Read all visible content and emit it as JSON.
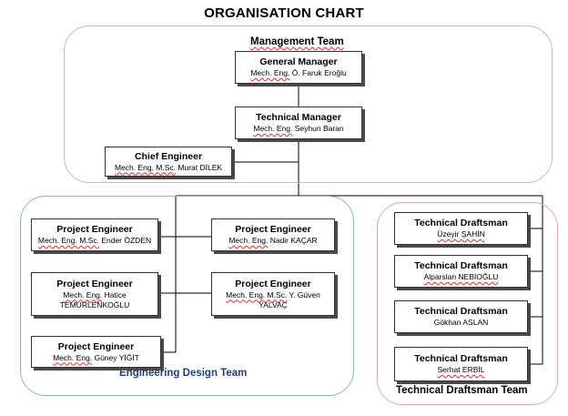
{
  "title": "ORGANISATION CHART",
  "groups": {
    "management": "Management Team",
    "engineering": "Engineering Design Team",
    "drafting": "Technical Draftsman Team"
  },
  "positions": {
    "general_manager": {
      "role": "General Manager",
      "prefix": "Mech. Eng.",
      "name": "Ö. Faruk Eroğlu"
    },
    "technical_manager": {
      "role": "Technical Manager",
      "prefix": "Mech. Eng.",
      "name": "Seyhun Baran"
    },
    "chief_engineer": {
      "role": "Chief Engineer",
      "prefix": "Mech. Eng. M.Sc.",
      "name": "Murat DİLEK"
    },
    "pe1": {
      "role": "Project Engineer",
      "prefix": "Mech. Eng. M.Sc.",
      "name": "Ender ÖZDEN"
    },
    "pe2": {
      "role": "Project Engineer",
      "prefix": "Mech. Eng.",
      "name": "Nadir KAÇAR"
    },
    "pe3": {
      "role": "Project Engineer",
      "prefix": "Mech. Eng.",
      "name": "Hatice",
      "name2": "TEMURLENKOĞLU"
    },
    "pe4": {
      "role": "Project Engineer",
      "prefix": "Mech. Eng. M.Sc.",
      "name": "Y. Güven",
      "name2": "YALVAÇ"
    },
    "pe5": {
      "role": "Project Engineer",
      "prefix": "Mech. Eng.",
      "name": "Güney YİĞİT"
    },
    "td1": {
      "role": "Technical Draftsman",
      "name": "Üzeyir ŞAHİN"
    },
    "td2": {
      "role": "Technical Draftsman",
      "name": "Alparslan NEBİOĞLU"
    },
    "td3": {
      "role": "Technical Draftsman",
      "name": "Gökhan ASLAN"
    },
    "td4": {
      "role": "Technical Draftsman",
      "name": "Serhat ERBİL"
    }
  }
}
